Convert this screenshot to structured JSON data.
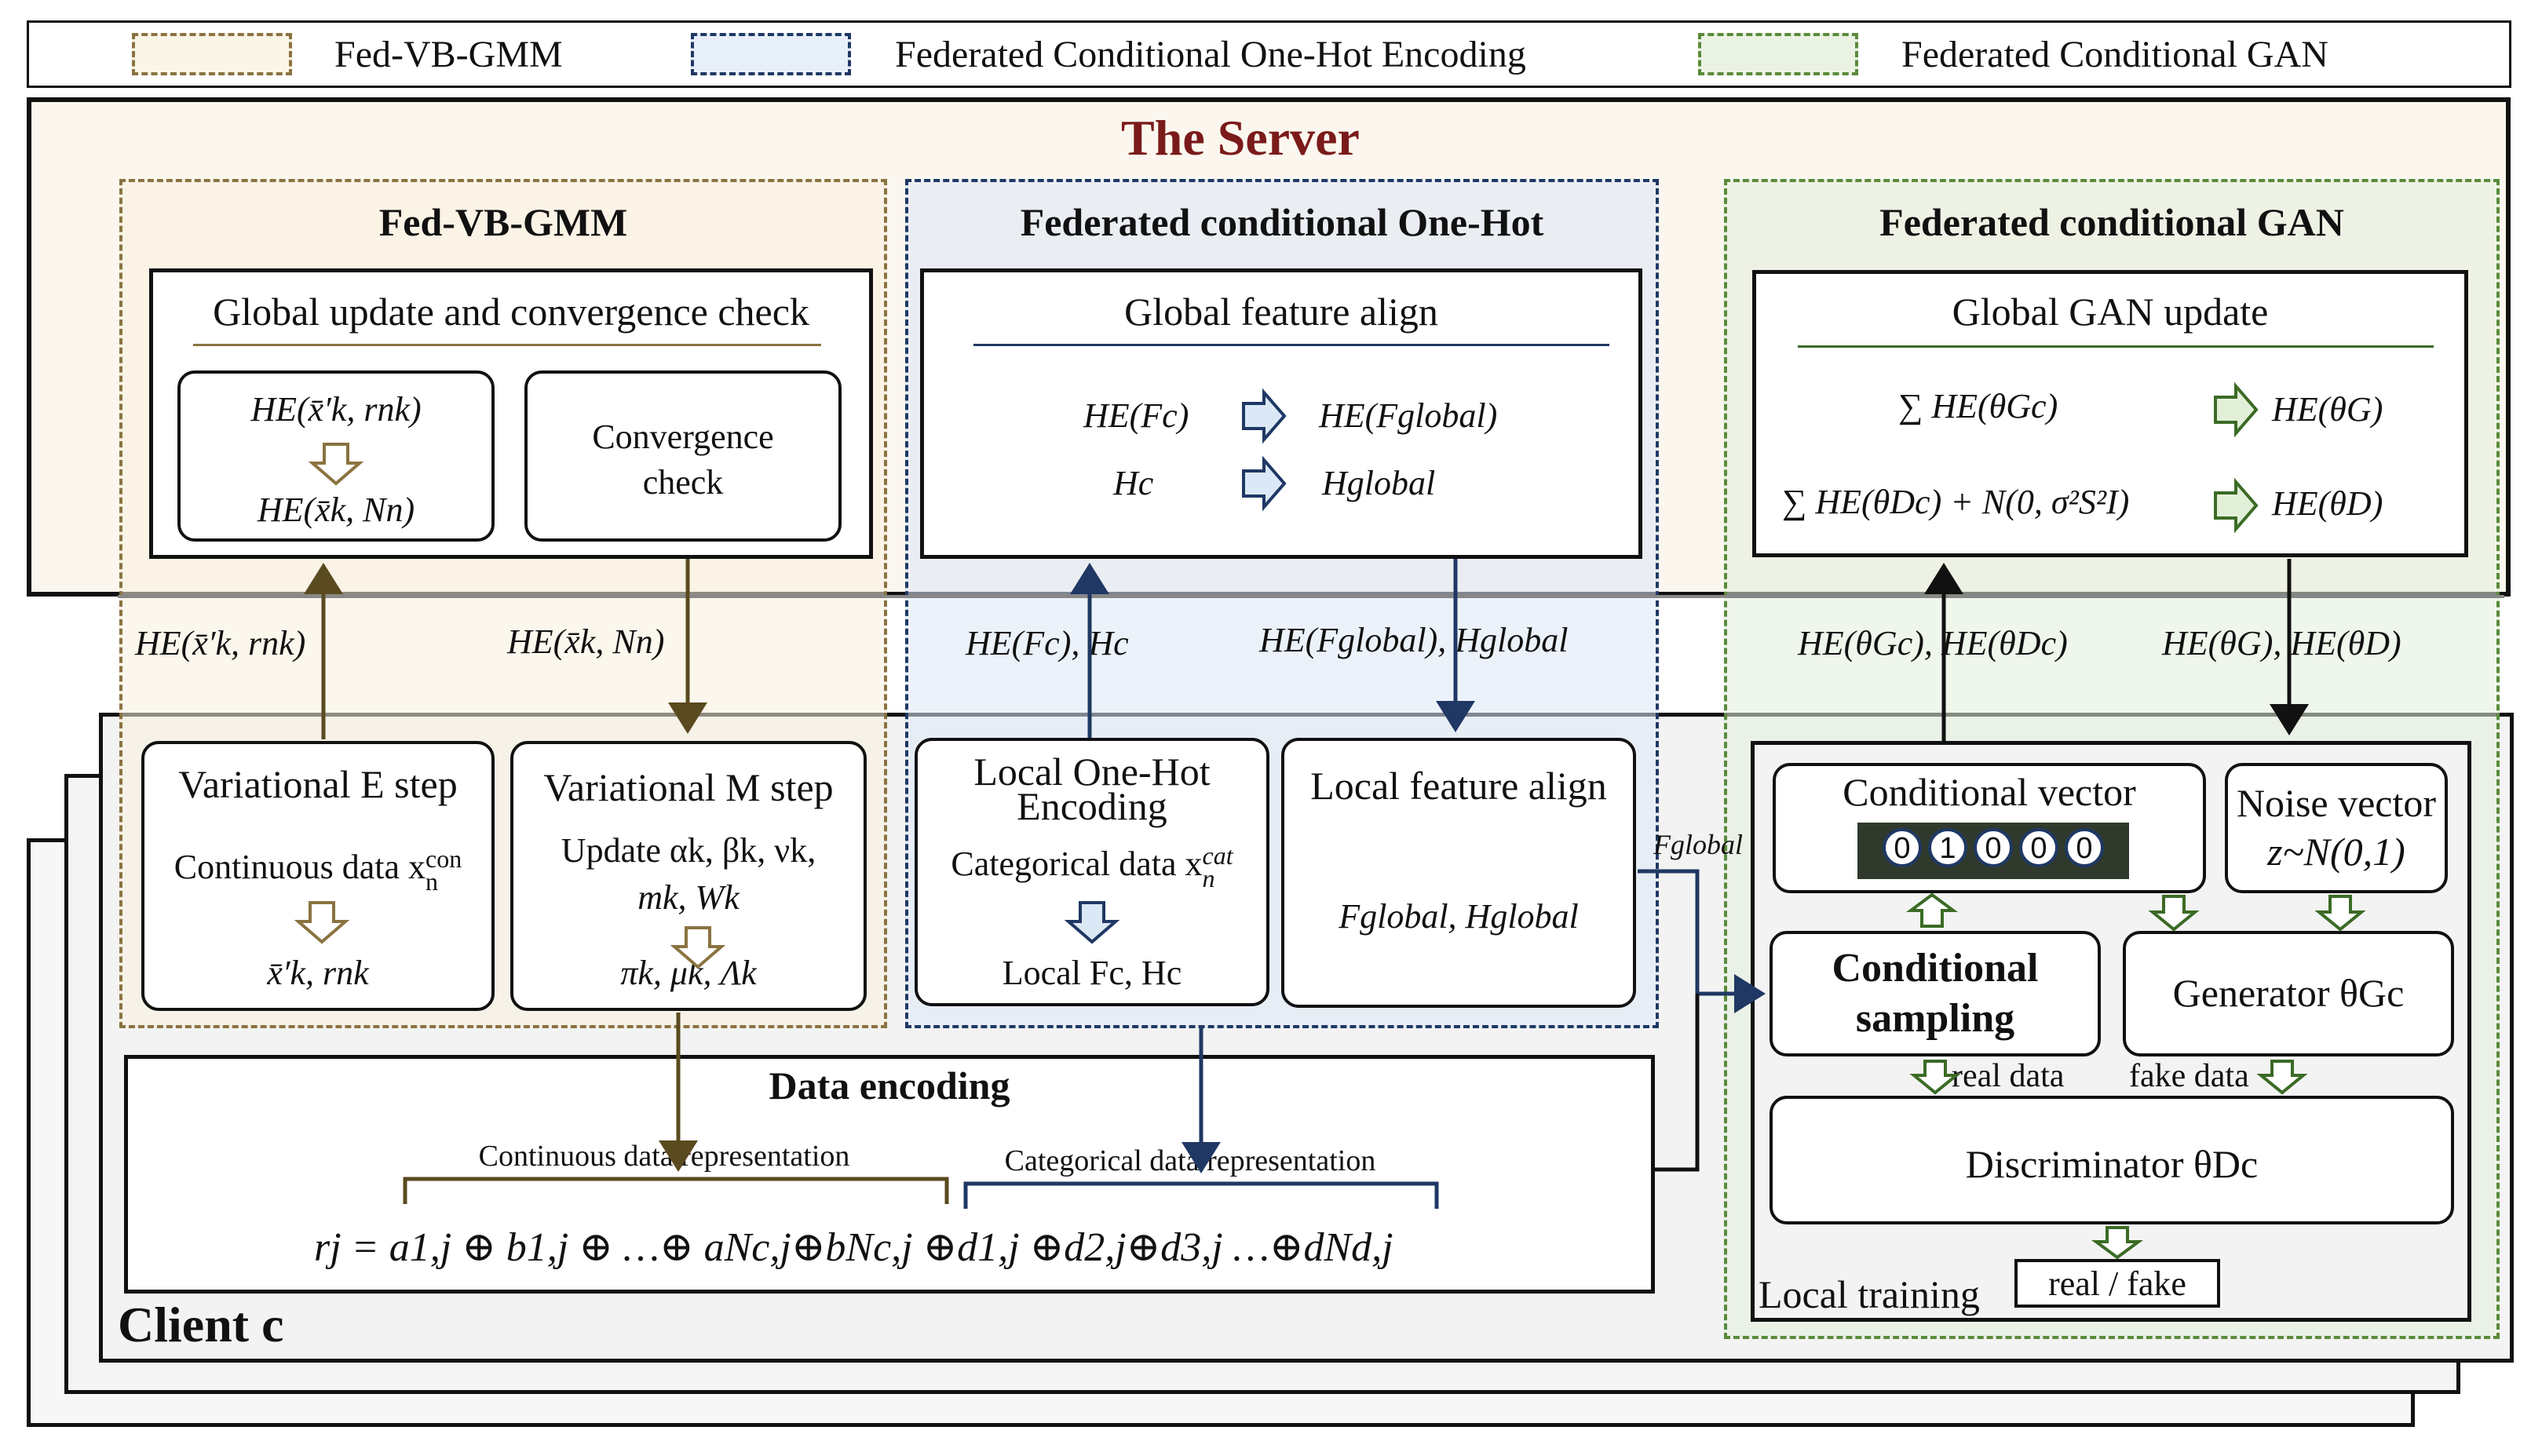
{
  "legend": {
    "items": [
      {
        "label": "Fed-VB-GMM",
        "color": "#8a7340",
        "fill": "#fbf5e7"
      },
      {
        "label": "Federated Conditional One-Hot Encoding",
        "color": "#1f3864",
        "fill": "#e7eff8"
      },
      {
        "label": "Federated Conditional GAN",
        "color": "#5a8a3a",
        "fill": "#eaf3e3"
      }
    ]
  },
  "server": {
    "title": "The Server",
    "title_color": "#7b1a1a",
    "gmm": {
      "title": "Fed-VB-GMM",
      "global_box_title": "Global update and convergence check",
      "inner_left_top": "HE(x̄′k, rnk)",
      "inner_left_bottom": "HE(x̄k, Nn)",
      "convergence": "Convergence check"
    },
    "onehot": {
      "title": "Federated conditional One-Hot",
      "box_title": "Global feature align",
      "row1_left": "HE(Fc)",
      "row1_right": "HE(Fglobal)",
      "row2_left": "Hc",
      "row2_right": "Hglobal"
    },
    "gan": {
      "title": "Federated conditional GAN",
      "box_title": "Global GAN update",
      "row1_left": "∑ HE(θGc)",
      "row1_right": "HE(θG)",
      "row2_left": "∑ HE(θDc) + N(0, σ²S²I)",
      "row2_right": "HE(θD)"
    }
  },
  "messages": {
    "gmm_up": "HE(x̄′k, rnk)",
    "gmm_down": "HE(x̄k, Nn)",
    "onehot_up": "HE(Fc), Hc",
    "onehot_down": "HE(Fglobal), Hglobal",
    "gan_up": "HE(θGc), HE(θDc)",
    "gan_down": "HE(θG), HE(θD)",
    "fglobal": "Fglobal"
  },
  "client": {
    "title": "Client c",
    "estep": {
      "title": "Variational E step",
      "line1": "Continuous data x",
      "line1_sub": "n",
      "line1_sup": "con",
      "result": "x̄′k, rnk"
    },
    "mstep": {
      "title": "Variational M step",
      "line1": "Update αk, βk, νk,",
      "line2": "mk, Wk",
      "result": "πk, μk, Λk"
    },
    "local_onehot": {
      "title_line1": "Local One-Hot",
      "title_line2": "Encoding",
      "line1": "Categorical data x",
      "line1_sub": "n",
      "line1_sup": "cat",
      "result": "Local Fc,  Hc"
    },
    "local_align": {
      "title": "Local feature align",
      "result": "Fglobal, Hglobal"
    },
    "encoding": {
      "title": "Data encoding",
      "continuous_label": "Continuous data representation",
      "categorical_label": "Categorical data representation",
      "formula": "rj = a1,j ⊕  b1,j ⊕ …⊕ aNc,j⊕bNc,j ⊕d1,j ⊕d2,j⊕d3,j …⊕dNd,j"
    },
    "gan": {
      "cond_vector": "Conditional vector",
      "cond_bits": [
        "0",
        "1",
        "0",
        "0",
        "0"
      ],
      "noise_title": "Noise vector",
      "noise_formula": "z~N(0,1)",
      "cond_sampling_line1": "Conditional",
      "cond_sampling_line2": "sampling",
      "generator": "Generator θGc",
      "real_data": "real data",
      "fake_data": "fake data",
      "discriminator": "Discriminator θDc",
      "output": "real / fake",
      "local_training": "Local training"
    }
  }
}
